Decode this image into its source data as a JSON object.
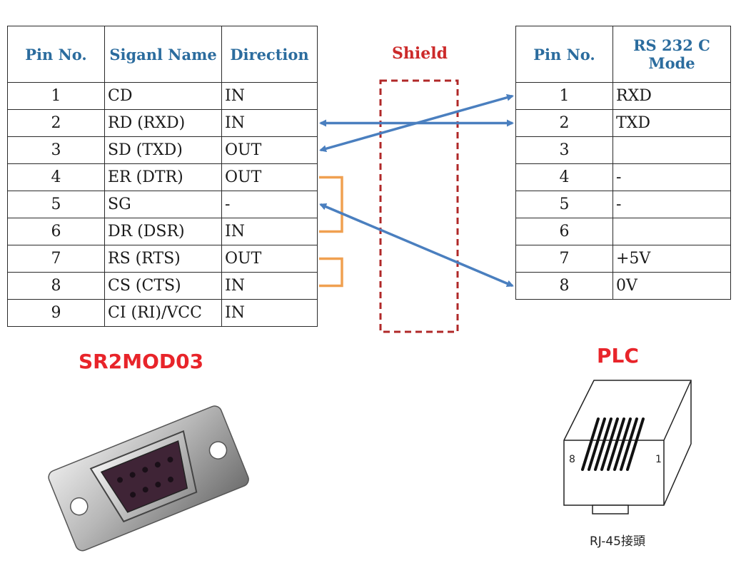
{
  "left_table": {
    "headers": {
      "pin": "Pin No.",
      "signal": "Siganl Name",
      "direction": "Direction"
    },
    "rows": [
      {
        "pin": "1",
        "signal": "CD",
        "direction": "IN"
      },
      {
        "pin": "2",
        "signal": "RD (RXD)",
        "direction": "IN"
      },
      {
        "pin": "3",
        "signal": "SD (TXD)",
        "direction": "OUT"
      },
      {
        "pin": "4",
        "signal": "ER (DTR)",
        "direction": "OUT"
      },
      {
        "pin": "5",
        "signal": "SG",
        "direction": "-"
      },
      {
        "pin": "6",
        "signal": "DR (DSR)",
        "direction": "IN"
      },
      {
        "pin": "7",
        "signal": "RS (RTS)",
        "direction": "OUT"
      },
      {
        "pin": "8",
        "signal": "CS (CTS)",
        "direction": "IN"
      },
      {
        "pin": "9",
        "signal": "CI (RI)/VCC",
        "direction": "IN"
      }
    ]
  },
  "right_table": {
    "headers": {
      "pin": "Pin No.",
      "mode": "RS 232 C Mode"
    },
    "rows": [
      {
        "pin": "1",
        "mode": "RXD"
      },
      {
        "pin": "2",
        "mode": "TXD"
      },
      {
        "pin": "3",
        "mode": ""
      },
      {
        "pin": "4",
        "mode": "-"
      },
      {
        "pin": "5",
        "mode": "-"
      },
      {
        "pin": "6",
        "mode": ""
      },
      {
        "pin": "7",
        "mode": "+5V"
      },
      {
        "pin": "8",
        "mode": "0V"
      }
    ]
  },
  "shield_label": "Shield",
  "connections": [
    {
      "from_pin": "2",
      "to_pin": "2"
    },
    {
      "from_pin": "3",
      "to_pin": "1"
    },
    {
      "from_pin": "5",
      "to_pin": "8"
    }
  ],
  "loopbacks": [
    {
      "pins": [
        "4",
        "6"
      ]
    },
    {
      "pins": [
        "7",
        "8"
      ]
    }
  ],
  "left_device": {
    "name": "SR2MOD03"
  },
  "right_device": {
    "name": "PLC",
    "caption": "RJ-45接頭",
    "pin_left": "8",
    "pin_right": "1"
  },
  "colors": {
    "header_text": "#2b6c9e",
    "arrow": "#4a7fbf",
    "loop": "#f0a050",
    "shield": "#b02828",
    "device_label": "#e8242a"
  }
}
